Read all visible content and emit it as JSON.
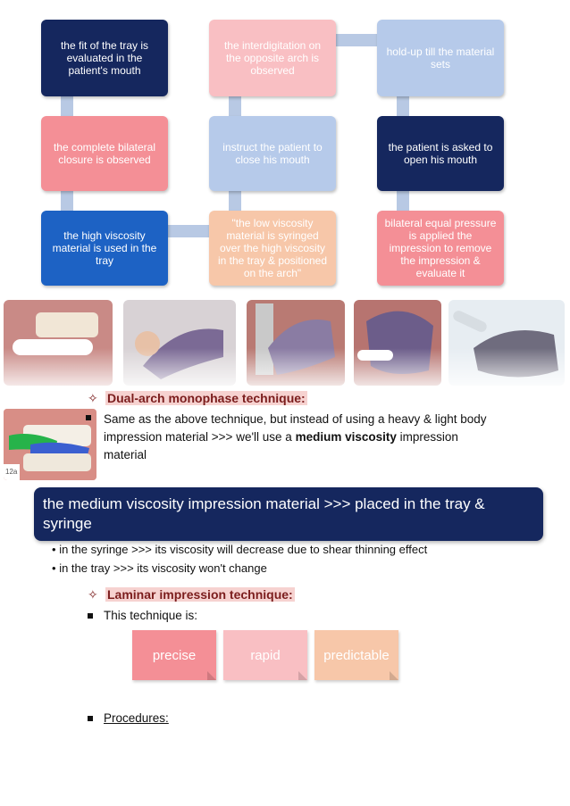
{
  "flowchart": {
    "boxes": [
      {
        "text": "the fit of the tray is evaluated  in the patient's mouth"
      },
      {
        "text": "the interdigitation on the opposite arch is observed"
      },
      {
        "text": "hold-up till the material sets"
      },
      {
        "text": "the complete bilateral closure is observed"
      },
      {
        "text": "instruct the patient to close his mouth"
      },
      {
        "text": "the patient is asked to open his mouth"
      },
      {
        "text": "the high viscosity material is used in the tray"
      },
      {
        "text": "\"the low viscosity material is syringed over the high viscosity  in the tray & positioned on the arch\""
      },
      {
        "text": "bilateral equal pressure is applied the impression to remove the impression & evaluate it"
      }
    ],
    "colors": {
      "navy": "#15275e",
      "pink": "#f48f96",
      "light_pink": "#f9bfc3",
      "light_blue": "#b6caea",
      "blue": "#1d62c4",
      "peach": "#f7c7a9",
      "connector": "#b8c9e4"
    }
  },
  "dual_arch": {
    "heading": "Dual-arch monophase technique:",
    "text_before": "Same as the above technique, but instead of using a heavy & light body impression material >>> we'll use a ",
    "bold": "medium viscosity",
    "text_after": " impression material",
    "figure_label": "12a"
  },
  "banner": {
    "text": "the medium viscosity impression material >>>  placed in the tray & syringe"
  },
  "bullets": [
    "in the syringe >>> its viscosity will decrease due to shear thinning effect",
    "in the tray >>> its viscosity won't change"
  ],
  "laminar": {
    "heading": "Laminar impression technique:",
    "intro": "This technique is:",
    "notes": [
      {
        "text": "precise",
        "color": "#f48f96"
      },
      {
        "text": "rapid",
        "color": "#f9bfc3"
      },
      {
        "text": "predictable",
        "color": "#f7c7a9"
      }
    ],
    "procedures": "Procedures:"
  }
}
